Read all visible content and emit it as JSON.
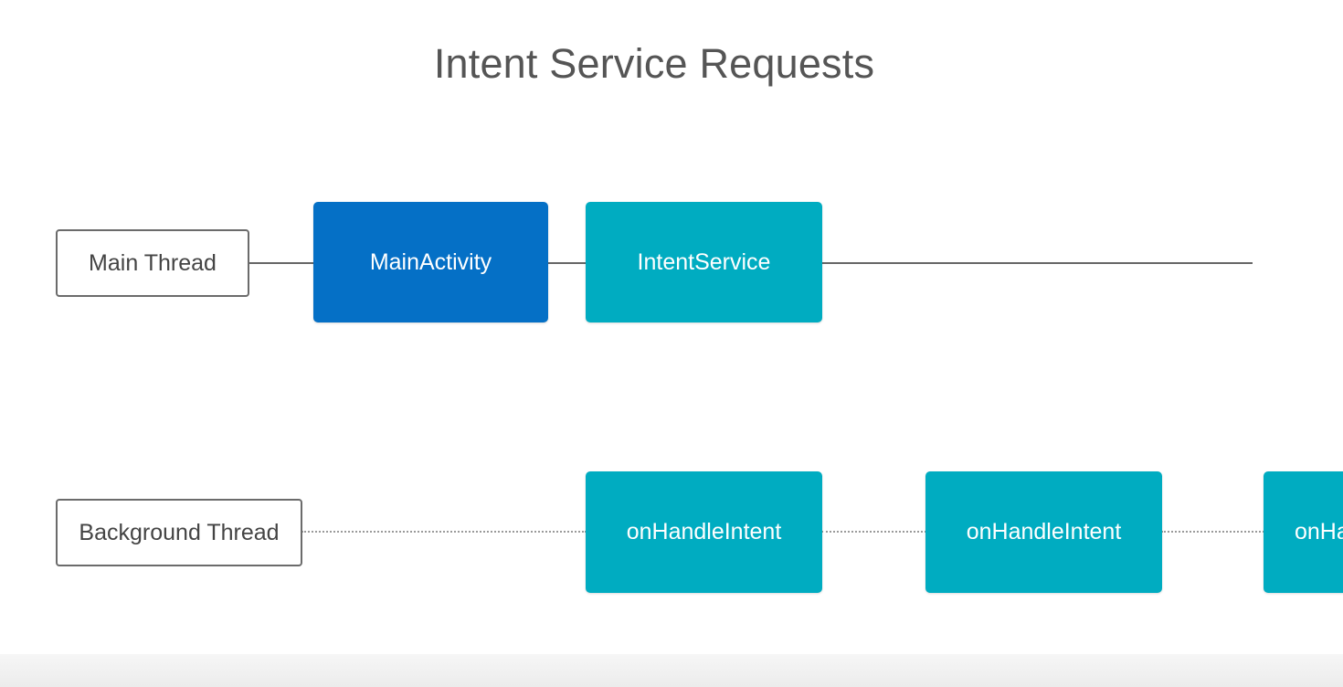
{
  "title": "Intent Service Requests",
  "colors": {
    "main_activity": "#0570c6",
    "intent_service": "#00acc1",
    "line": "#666666",
    "dotted_line": "#9a9a9a",
    "label_border": "#6b6b6b"
  },
  "threads": {
    "main": {
      "label": "Main Thread",
      "blocks": [
        {
          "label": "MainActivity",
          "color": "#0570c6"
        },
        {
          "label": "IntentService",
          "color": "#00acc1"
        }
      ]
    },
    "background": {
      "label": "Background Thread",
      "blocks": [
        {
          "label": "onHandleIntent",
          "color": "#00acc1"
        },
        {
          "label": "onHandleIntent",
          "color": "#00acc1"
        },
        {
          "label": "onHandleIntent",
          "color": "#00acc1"
        }
      ]
    }
  }
}
